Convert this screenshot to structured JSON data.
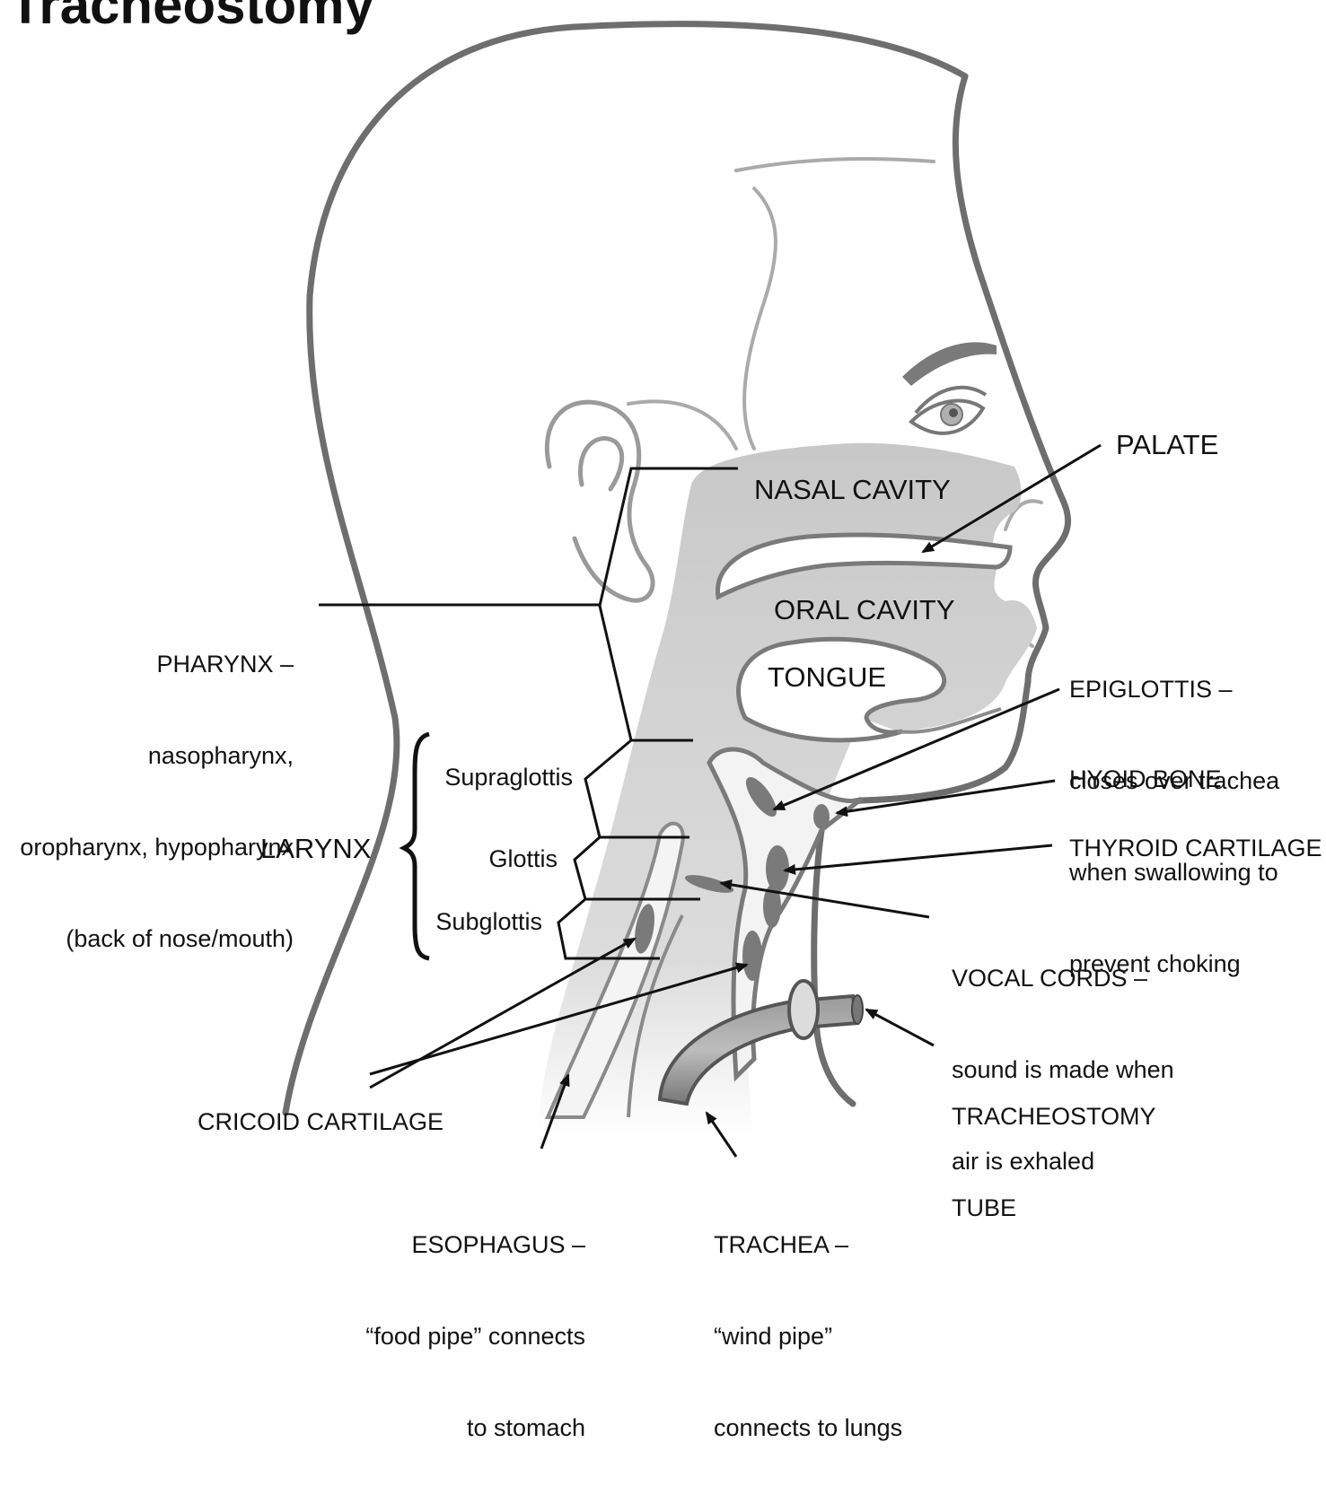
{
  "title": "Tracheostomy",
  "labels": {
    "nasal_cavity": "NASAL CAVITY",
    "oral_cavity": "ORAL CAVITY",
    "tongue": "TONGUE",
    "palate": "PALATE",
    "pharynx": [
      "PHARYNX –",
      "nasopharynx,",
      "oropharynx, hypopharynx",
      "(back of nose/mouth)"
    ],
    "larynx": "LARYNX",
    "supraglottis": "Supraglottis",
    "glottis": "Glottis",
    "subglottis": "Subglottis",
    "epiglottis": [
      "EPIGLOTTIS –",
      "closes over trachea",
      "when swallowing to",
      "prevent choking"
    ],
    "hyoid_bone": "HYOID BONE",
    "thyroid_cartilage": "THYROID CARTILAGE",
    "vocal_cords": [
      "VOCAL CORDS –",
      "sound is made when",
      "air is exhaled"
    ],
    "tracheostomy_tube": [
      "TRACHEOSTOMY",
      "TUBE"
    ],
    "cricoid_cartilage": "CRICOID CARTILAGE",
    "esophagus": [
      "ESOPHAGUS –",
      "“food pipe” connects",
      "to stomach"
    ],
    "trachea": [
      "TRACHEA –",
      "“wind pipe”",
      "connects to lungs"
    ]
  }
}
